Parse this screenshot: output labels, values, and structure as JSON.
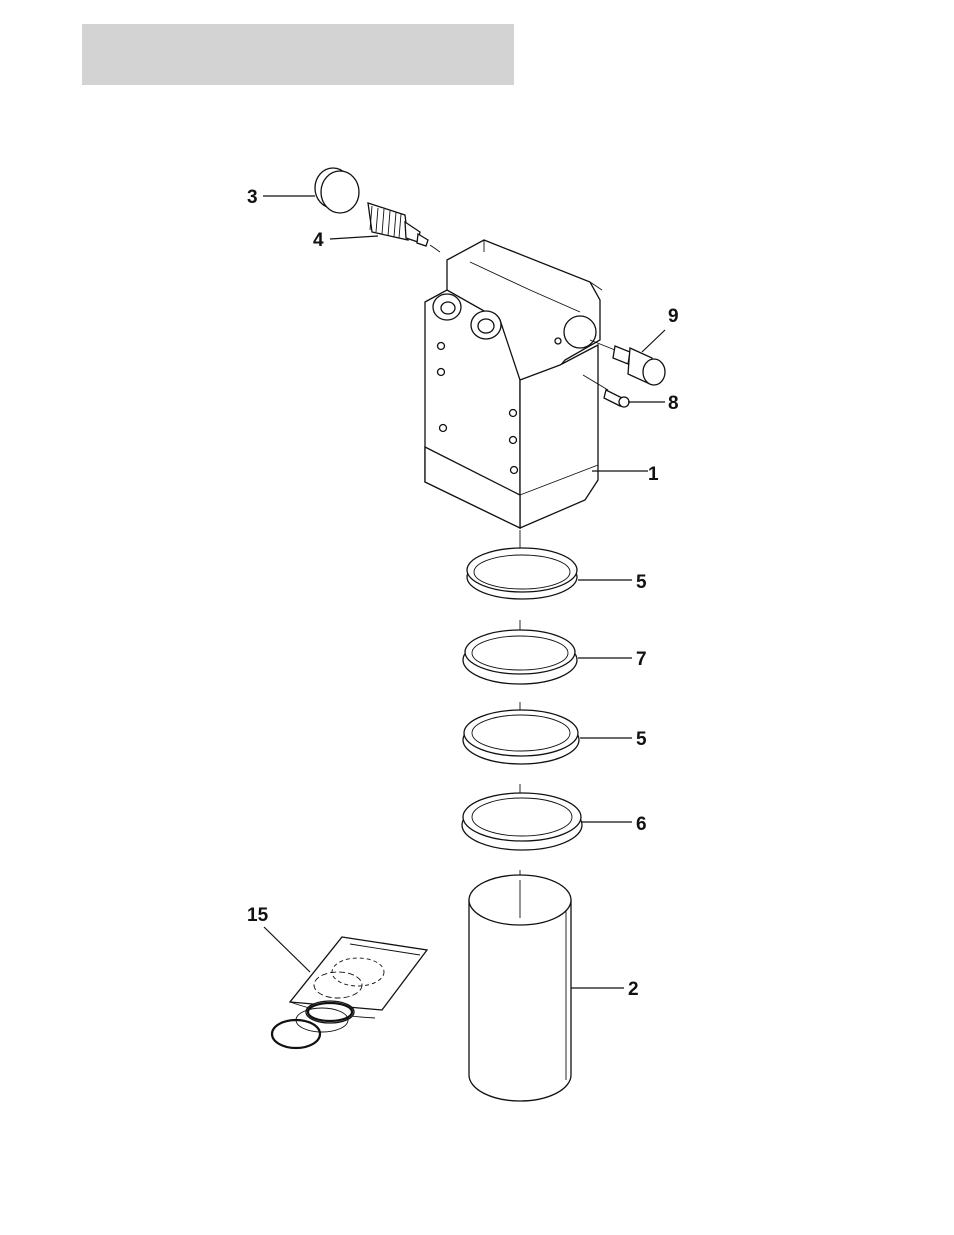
{
  "header": {
    "color": "#d3d3d3"
  },
  "diagram": {
    "callouts": {
      "part_1": "1",
      "part_2": "2",
      "part_3": "3",
      "part_4": "4",
      "part_5_upper": "5",
      "part_5_lower": "5",
      "part_6": "6",
      "part_7": "7",
      "part_8": "8",
      "part_9": "9",
      "part_15": "15"
    }
  }
}
